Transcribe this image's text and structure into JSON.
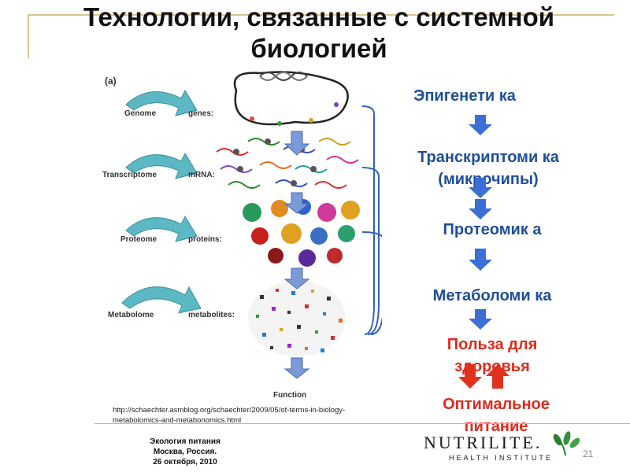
{
  "slide": {
    "title_line1": "Технологии, связанные с системной",
    "title_line2": "биологией",
    "url": "http://schaechter.asmblog.org/schaechter/2009/05/of-terms-in-biology-metabolomics-and-metabonomics.html",
    "page_number": "21"
  },
  "diagram": {
    "panel_label": "(a)",
    "rows": [
      {
        "left": "Genome",
        "right": "genes:"
      },
      {
        "left": "Transcriptome",
        "right": "mRNA:"
      },
      {
        "left": "Proteome",
        "right": "proteins:"
      },
      {
        "left": "Metabolome",
        "right": "metabolites:"
      }
    ],
    "function_label": "Function"
  },
  "flow": {
    "items": [
      {
        "text": "Эпигенети ка",
        "color": "blue"
      },
      {
        "text": "Транскриптоми ка (микрочипы)",
        "color": "blue"
      },
      {
        "text": "Протеомик а",
        "color": "blue"
      },
      {
        "text": "Метаболоми ка",
        "color": "blue"
      },
      {
        "text": "Польза для здоровья",
        "color": "red"
      },
      {
        "text": "Оптимальное питание",
        "color": "red"
      }
    ],
    "colors": {
      "blue_text": "#1f4e9a",
      "red_text": "#e02a1a",
      "arrow_blue": "#3b6fd6",
      "arrow_red": "#e0301e"
    }
  },
  "footer": {
    "line1": "Экология питания",
    "line2": "Москва, Россия.",
    "line3": "26 октября, 2010"
  },
  "logo": {
    "word": "NUTRILITE.",
    "sub": "HEALTH INSTITUTE",
    "icon": "leaf-icon"
  }
}
